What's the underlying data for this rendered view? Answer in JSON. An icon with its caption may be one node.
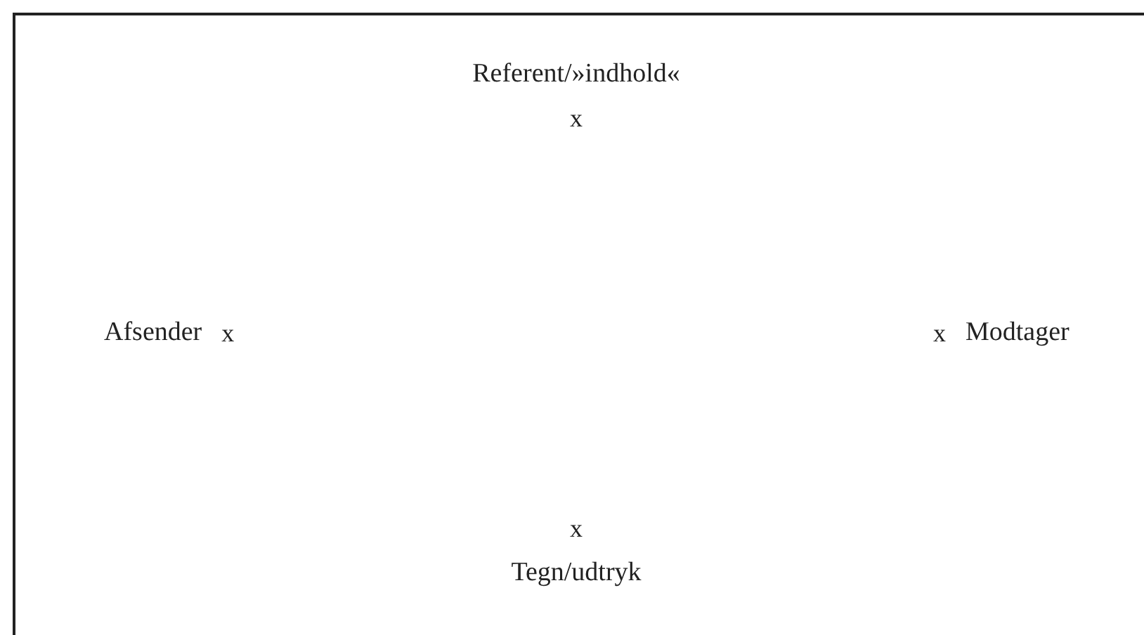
{
  "diagram": {
    "nodes": [
      {
        "text": [
          "Referent/»indhold«",
          "x"
        ]
      },
      {
        "text": [
          "Afsender",
          "x"
        ]
      },
      {
        "text": [
          "x",
          "Modtager"
        ]
      },
      {
        "text": [
          "x",
          "Tegn/udtryk"
        ]
      }
    ]
  }
}
